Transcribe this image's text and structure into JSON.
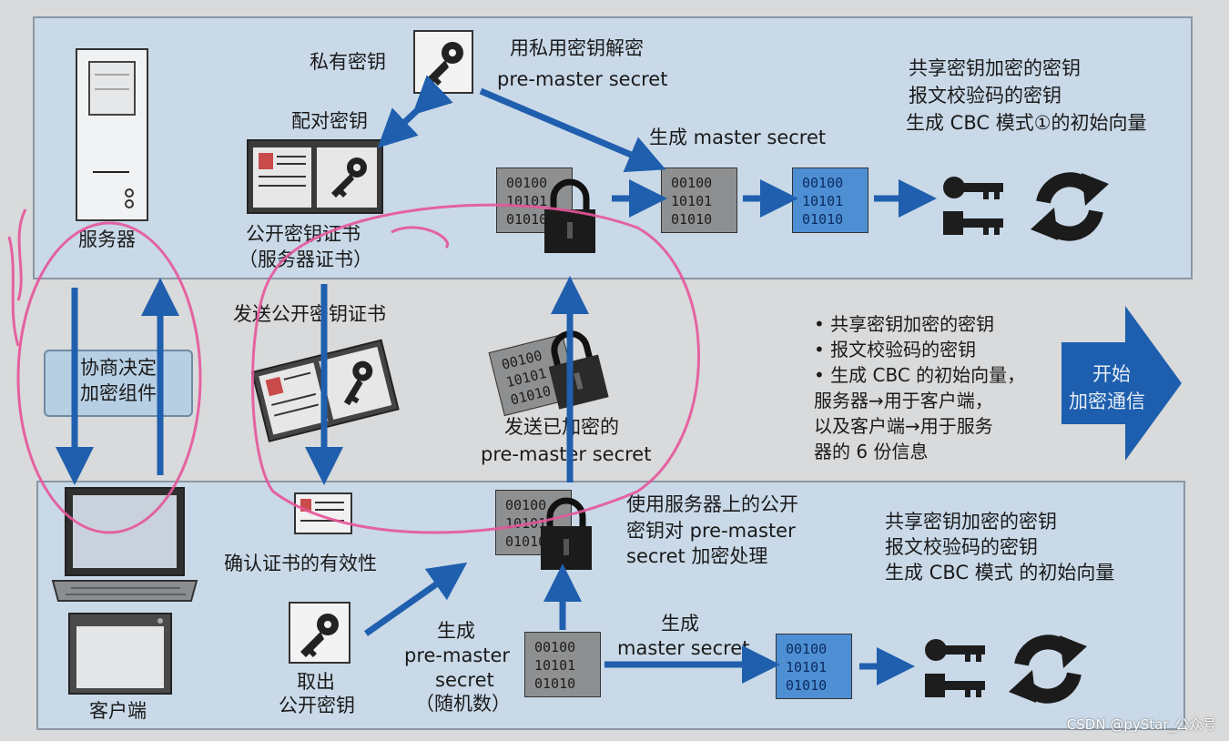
{
  "server": {
    "label": "服务器",
    "private_key_label": "私有密钥",
    "pair_key_label": "配对密钥",
    "cert_label_line1": "公开密钥证书",
    "cert_label_line2": "（服务器证书）",
    "decrypt_label_line1": "用私用密钥解密",
    "decrypt_label_line2": "pre-master secret",
    "generate_master_label": "生成 master secret",
    "keys_line1": "共享密钥加密的密钥",
    "keys_line2": "报文校验码的密钥",
    "keys_line3": "生成 CBC 模式①的初始向量"
  },
  "middle": {
    "negotiate_line1": "协商决定",
    "negotiate_line2": "加密组件",
    "send_cert_label": "发送公开密钥证书",
    "send_encrypted_line1": "发送已加密的",
    "send_encrypted_line2": "pre-master secret",
    "bullets": [
      "• 共享密钥加密的密钥",
      "• 报文校验码的密钥",
      "• 生成 CBC 的初始向量，",
      "   服务器→用于客户端，",
      "   以及客户端→用于服务",
      "   器的 6 份信息"
    ],
    "start_line1": "开始",
    "start_line2": "加密通信"
  },
  "client": {
    "label": "客户端",
    "verify_cert_label": "确认证书的有效性",
    "encrypt_line1": "使用服务器上的公开",
    "encrypt_line2": "密钥对 pre-master",
    "encrypt_line3": "secret 加密处理",
    "take_key_line1": "取出",
    "take_key_line2": "公开密钥",
    "gen_pms_line1": "生成",
    "gen_pms_line2": "pre-master",
    "gen_pms_line3": "secret",
    "gen_pms_line4": "（随机数）",
    "gen_master_line1": "生成",
    "gen_master_line2": "master secret",
    "keys_line1": "共享密钥加密的密钥",
    "keys_line2": "报文校验码的密钥",
    "keys_line3": "生成 CBC 模式 的初始向量"
  },
  "bits_text": "00100\n10101\n01010",
  "watermark": "CSDN @pyStar_公众号",
  "colors": {
    "arrow": "#1f5fae",
    "panel": "#c9d9e8",
    "highlight": "#e6559a",
    "start_arrow": "#1d5fae"
  }
}
